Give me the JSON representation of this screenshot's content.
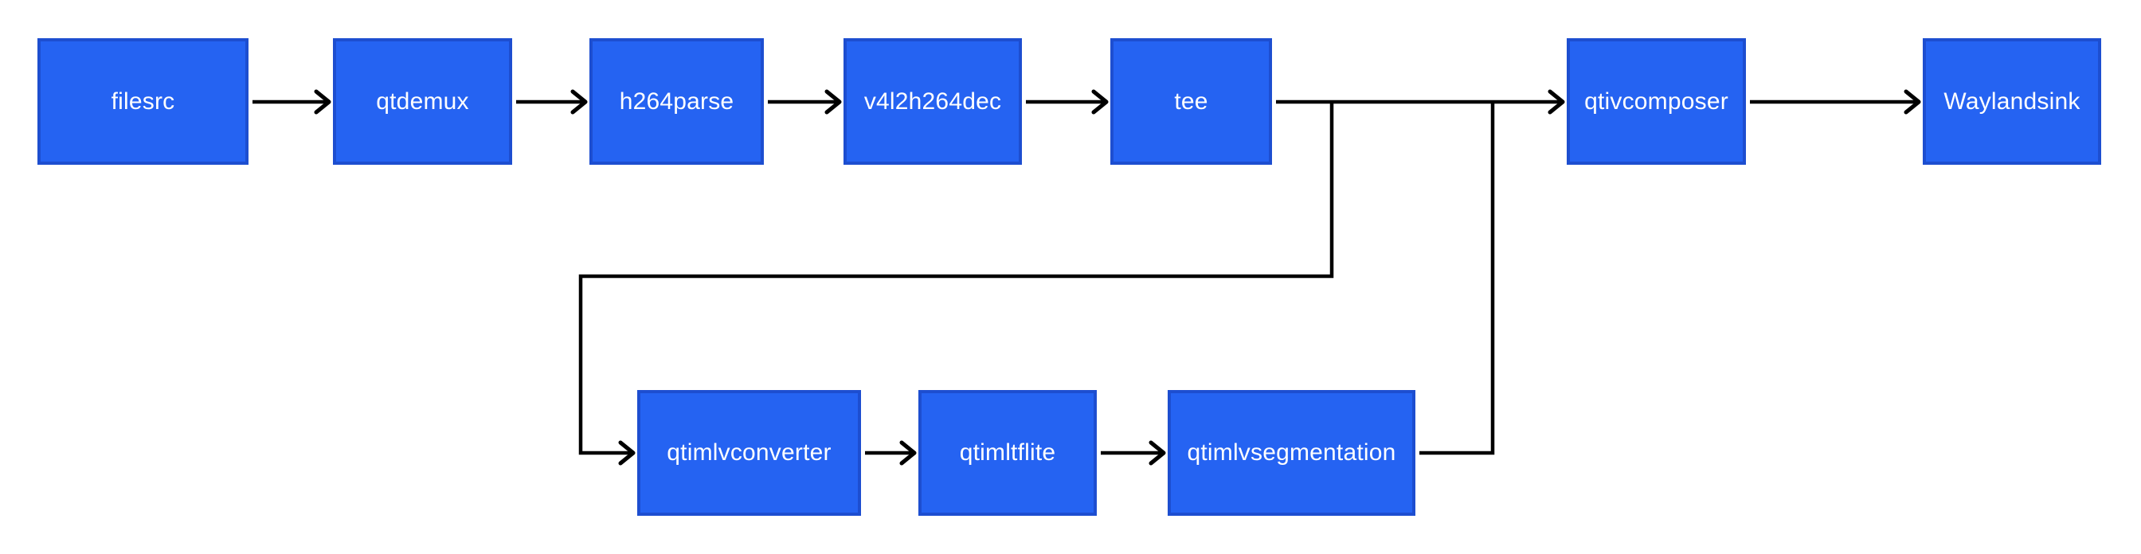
{
  "diagram": {
    "type": "flowchart-pipeline",
    "background_color": "#ffffff",
    "node_fill_color": "#2563f2",
    "node_border_color": "#1d4ed0",
    "node_text_color": "#ffffff",
    "connector_color": "#000000",
    "nodes": [
      {
        "id": "filesrc",
        "label": "filesrc"
      },
      {
        "id": "qtdemux",
        "label": "qtdemux"
      },
      {
        "id": "h264parse",
        "label": "h264parse"
      },
      {
        "id": "v4l2h264dec",
        "label": "v4l2h264dec"
      },
      {
        "id": "tee",
        "label": "tee"
      },
      {
        "id": "qtivcomposer",
        "label": "qtivcomposer"
      },
      {
        "id": "waylandsink",
        "label": "Waylandsink"
      },
      {
        "id": "qtimlvconverter",
        "label": "qtimlvconverter"
      },
      {
        "id": "qtimltflite",
        "label": "qtimltflite"
      },
      {
        "id": "qtimlvsegmentation",
        "label": "qtimlvsegmentation"
      }
    ],
    "edges": [
      {
        "from": "filesrc",
        "to": "qtdemux"
      },
      {
        "from": "qtdemux",
        "to": "h264parse"
      },
      {
        "from": "h264parse",
        "to": "v4l2h264dec"
      },
      {
        "from": "v4l2h264dec",
        "to": "tee"
      },
      {
        "from": "tee",
        "to": "qtivcomposer"
      },
      {
        "from": "tee",
        "to": "qtimlvconverter"
      },
      {
        "from": "qtimlvconverter",
        "to": "qtimltflite"
      },
      {
        "from": "qtimltflite",
        "to": "qtimlvsegmentation"
      },
      {
        "from": "qtimlvsegmentation",
        "to": "qtivcomposer"
      },
      {
        "from": "qtivcomposer",
        "to": "waylandsink"
      }
    ]
  }
}
